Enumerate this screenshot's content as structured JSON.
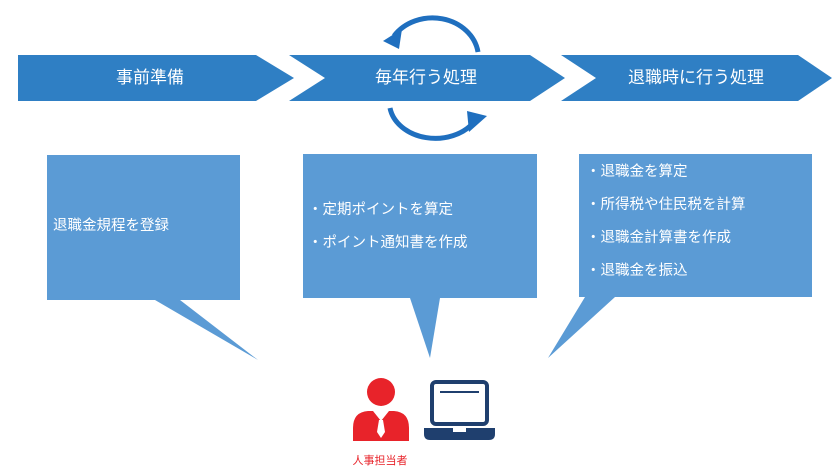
{
  "stages": [
    {
      "label": "事前準備"
    },
    {
      "label": "毎年行う処理"
    },
    {
      "label": "退職時に行う処理"
    }
  ],
  "bubbles": [
    {
      "items": [
        "退職金規程を登録"
      ]
    },
    {
      "items": [
        "・定期ポイントを算定",
        "・ポイント通知書を作成"
      ]
    },
    {
      "items": [
        "・退職金を算定",
        "・所得税や住民税を計算",
        "・退職金計算書を作成",
        "・退職金を振込"
      ]
    }
  ],
  "person": {
    "label": "人事担当者",
    "icon": "person-icon"
  },
  "computer": {
    "icon": "laptop-icon"
  },
  "colors": {
    "arrow_fill": "#2f7fc4",
    "bubble_fill": "#5b9bd5",
    "cycle_arrow": "#1f6fbf",
    "person_red": "#e8232a",
    "laptop_navy": "#1f3f6e"
  }
}
